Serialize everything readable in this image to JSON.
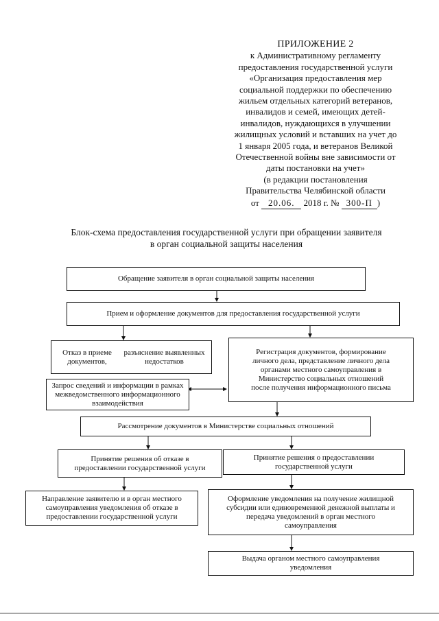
{
  "header": {
    "title": "ПРИЛОЖЕНИЕ 2",
    "lines": [
      "к Административному регламенту",
      "предоставления государственной услуги",
      "«Организация предоставления мер",
      "социальной поддержки по обеспечению",
      "жильем отдельных категорий ветеранов,",
      "инвалидов и семей, имеющих детей-",
      "инвалидов, нуждающихся в улучшении",
      "жилищных условий и вставших на учет до",
      "1 января 2005 года, и ветеранов Великой",
      "Отечественной войны вне зависимости от",
      "даты постановки на учет»",
      "(в редакции постановления",
      "Правительства Челябинской области"
    ],
    "order": {
      "prefix": "от",
      "date": "20.06.",
      "year_text": "2018 г. №",
      "number": "300-П",
      "suffix": ")"
    }
  },
  "caption": {
    "line1": "Блок-схема предоставления государственной услуги при обращении заявителя",
    "line2": "в орган социальной защиты населения"
  },
  "flowchart": {
    "appeal": "Обращение заявителя в орган социальной защиты населения",
    "reception": "Прием и оформление документов для предоставления государственной услуги",
    "refusal": [
      "Отказ в приеме документов,",
      "разъяснение выявленных недостатков"
    ],
    "registration": [
      "Регистрация документов, формирование",
      "личного дела, представление личного дела",
      "органами местного самоуправления в",
      "Министерство социальных отношений",
      "после получения информационного письма"
    ],
    "request": [
      "Запрос сведений и информации в рамках",
      "межведомственного информационного",
      "взаимодействия"
    ],
    "review": "Рассмотрение документов в Министерстве социальных отношений",
    "decision_refuse": [
      "Принятие решения об отказе в",
      "предоставлении государственной услуги"
    ],
    "decision_grant": [
      "Принятие решения о предоставлении",
      "государственной услуги"
    ],
    "notify_refusal": [
      "Направление заявителю и в орган местного",
      "самоуправления уведомления об отказе в",
      "предоставлении государственной услуги"
    ],
    "notify_grant": [
      "Оформление уведомления на получение жилищной",
      "субсидии или единовременной денежной выплаты и",
      "передача уведомлений в орган местного",
      "самоуправления"
    ],
    "issue": [
      "Выдача органом местного самоуправления",
      "уведомления"
    ]
  }
}
